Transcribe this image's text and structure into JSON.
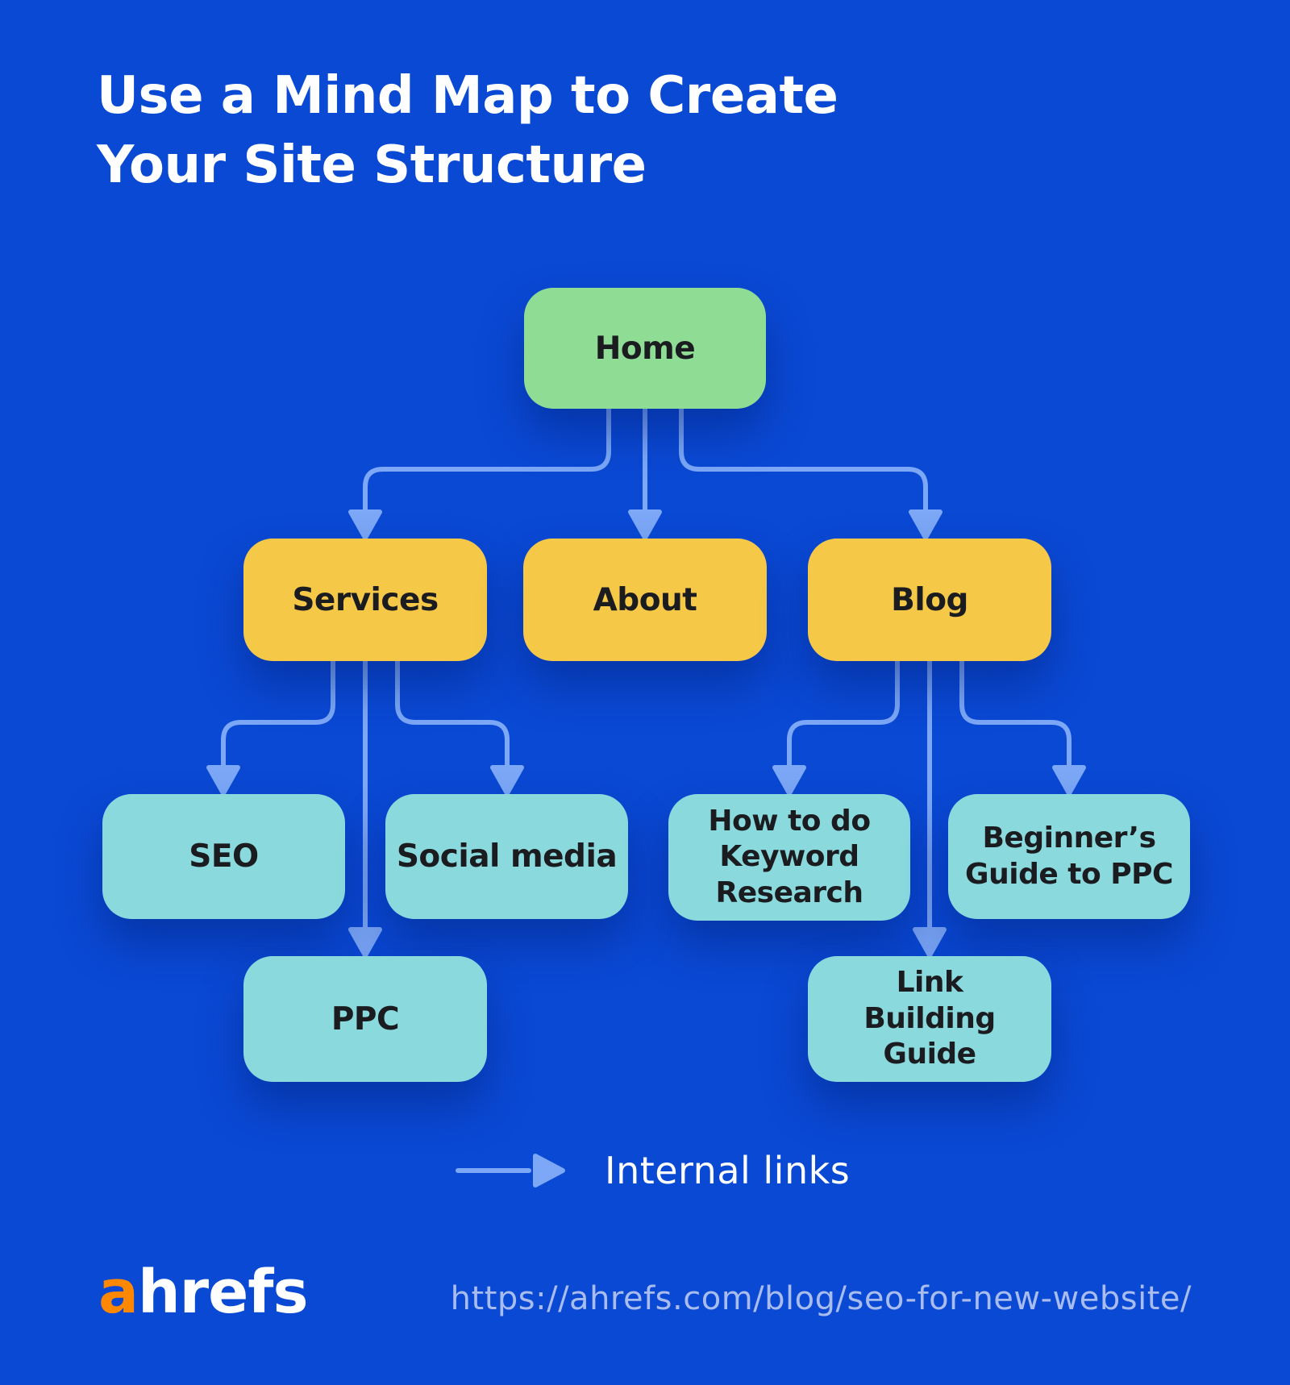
{
  "title": {
    "line1": "Use a Mind Map to Create",
    "line2": "Your Site Structure"
  },
  "diagram": {
    "nodes": {
      "home": {
        "label": "Home",
        "level": "root",
        "color": "#8fdc95"
      },
      "services": {
        "label": "Services",
        "level": "page",
        "color": "#f5c848"
      },
      "about": {
        "label": "About",
        "level": "page",
        "color": "#f5c848"
      },
      "blog": {
        "label": "Blog",
        "level": "page",
        "color": "#f5c848"
      },
      "seo": {
        "label": "SEO",
        "level": "child",
        "color": "#8ad9dd"
      },
      "social_media": {
        "label": "Social media",
        "level": "child",
        "color": "#8ad9dd"
      },
      "keyword_research": {
        "label": "How to do Keyword Research",
        "level": "child",
        "color": "#8ad9dd"
      },
      "beginners_ppc": {
        "label": "Beginner’s Guide to PPC",
        "level": "child",
        "color": "#8ad9dd"
      },
      "ppc": {
        "label": "PPC",
        "level": "child",
        "color": "#8ad9dd"
      },
      "link_building": {
        "label": "Link Building Guide",
        "level": "child",
        "color": "#8ad9dd"
      }
    },
    "edges": [
      {
        "from": "home",
        "to": "services",
        "type": "internal-link"
      },
      {
        "from": "home",
        "to": "about",
        "type": "internal-link"
      },
      {
        "from": "home",
        "to": "blog",
        "type": "internal-link"
      },
      {
        "from": "services",
        "to": "seo",
        "type": "internal-link"
      },
      {
        "from": "services",
        "to": "social_media",
        "type": "internal-link"
      },
      {
        "from": "services",
        "to": "ppc",
        "type": "internal-link"
      },
      {
        "from": "blog",
        "to": "keyword_research",
        "type": "internal-link"
      },
      {
        "from": "blog",
        "to": "beginners_ppc",
        "type": "internal-link"
      },
      {
        "from": "blog",
        "to": "link_building",
        "type": "internal-link"
      }
    ]
  },
  "legend": {
    "symbol": "right-arrow",
    "label": "Internal links"
  },
  "footer": {
    "logo_prefix": "a",
    "logo_suffix": "hrefs",
    "url": "https://ahrefs.com/blog/seo-for-new-website/"
  },
  "colors": {
    "background": "#0a49d4",
    "connector": "#7ca8f7",
    "text_dark": "#1b1c20",
    "text_light": "#ffffff",
    "node_green": "#8fdc95",
    "node_yellow": "#f5c848",
    "node_teal": "#8ad9dd",
    "url_text": "#a8bcee",
    "logo_orange": "#ff8800"
  }
}
